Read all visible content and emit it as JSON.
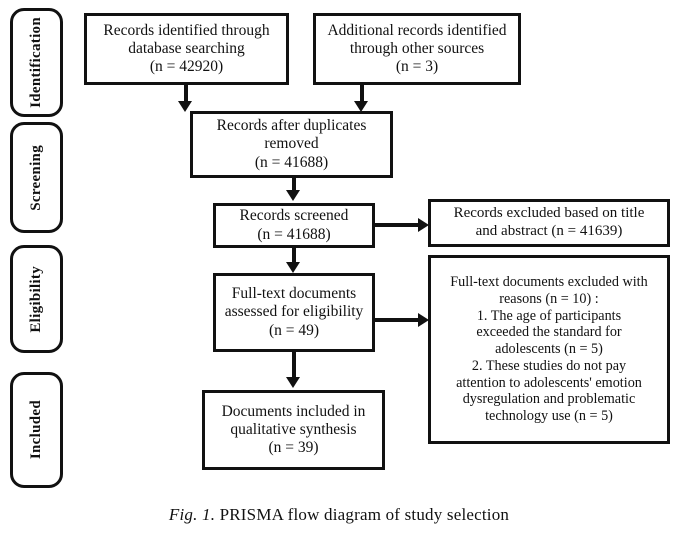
{
  "figure": {
    "caption_prefix": "Fig. 1.",
    "caption_text": " PRISMA flow diagram of study selection",
    "ink_color": "#111111",
    "background_color": "#ffffff"
  },
  "stages": [
    {
      "label": "Identification"
    },
    {
      "label": "Screening"
    },
    {
      "label": "Eligibility"
    },
    {
      "label": "Included"
    }
  ],
  "boxes": {
    "records_identified": {
      "text": "Records identified through\ndatabase searching\n(n = 42920)",
      "n": 42920
    },
    "additional_records": {
      "text": "Additional records identified\nthrough other sources\n(n = 3)",
      "n": 3
    },
    "after_duplicates": {
      "text": "Records after duplicates\nremoved\n(n = 41688)",
      "n": 41688
    },
    "records_screened": {
      "text": "Records screened\n(n = 41688)",
      "n": 41688
    },
    "records_excluded": {
      "text": "Records excluded based on title\nand abstract (n = 41639)",
      "n": 41639
    },
    "fulltext_assessed": {
      "text": "Full-text documents\nassessed for eligibility\n(n = 49)",
      "n": 49
    },
    "fulltext_excluded": {
      "text": "Full-text documents excluded with\nreasons (n = 10) :\n1. The age of participants\nexceeded the standard for\nadolescents (n = 5)\n2. These studies do not pay\nattention to adolescents' emotion\ndysregulation and problematic\ntechnology use (n = 5)",
      "n": 10,
      "reason_1_n": 5,
      "reason_2_n": 5
    },
    "included_qualitative": {
      "text": "Documents included in\nqualitative synthesis\n(n = 39)",
      "n": 39
    }
  },
  "chart_data": {
    "type": "diagram",
    "title": "PRISMA flow diagram of study selection",
    "nodes": [
      {
        "id": "records_identified",
        "stage": "Identification",
        "label": "Records identified through database searching",
        "n": 42920
      },
      {
        "id": "additional_records",
        "stage": "Identification",
        "label": "Additional records identified through other sources",
        "n": 3
      },
      {
        "id": "after_duplicates",
        "stage": "Screening",
        "label": "Records after duplicates removed",
        "n": 41688
      },
      {
        "id": "records_screened",
        "stage": "Screening",
        "label": "Records screened",
        "n": 41688
      },
      {
        "id": "records_excluded",
        "stage": "Screening",
        "label": "Records excluded based on title and abstract",
        "n": 41639
      },
      {
        "id": "fulltext_assessed",
        "stage": "Eligibility",
        "label": "Full-text documents assessed for eligibility",
        "n": 49
      },
      {
        "id": "fulltext_excluded",
        "stage": "Eligibility",
        "label": "Full-text documents excluded with reasons",
        "n": 10
      },
      {
        "id": "included_qualitative",
        "stage": "Included",
        "label": "Documents included in qualitative synthesis",
        "n": 39
      }
    ],
    "edges": [
      {
        "from": "records_identified",
        "to": "after_duplicates",
        "direction": "down"
      },
      {
        "from": "additional_records",
        "to": "after_duplicates",
        "direction": "down"
      },
      {
        "from": "after_duplicates",
        "to": "records_screened",
        "direction": "down"
      },
      {
        "from": "records_screened",
        "to": "records_excluded",
        "direction": "right"
      },
      {
        "from": "records_screened",
        "to": "fulltext_assessed",
        "direction": "down"
      },
      {
        "from": "fulltext_assessed",
        "to": "fulltext_excluded",
        "direction": "right"
      },
      {
        "from": "fulltext_assessed",
        "to": "included_qualitative",
        "direction": "down"
      }
    ]
  }
}
